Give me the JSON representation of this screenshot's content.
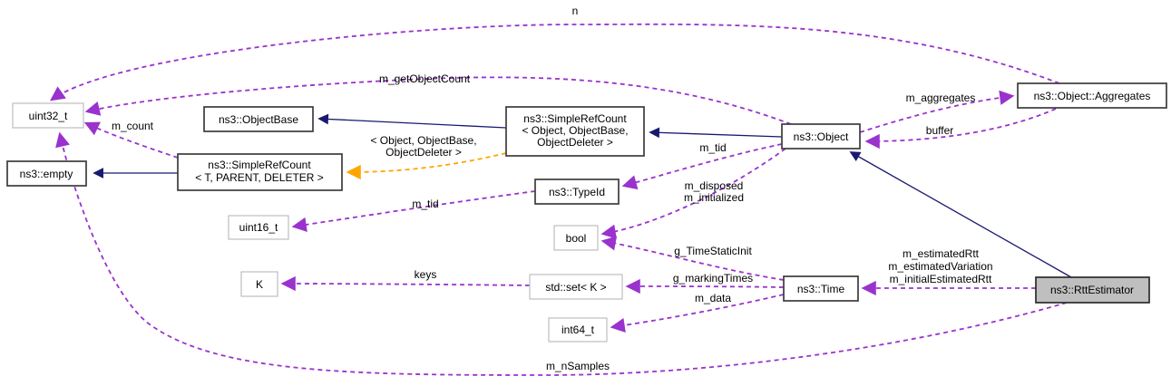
{
  "diagram": {
    "title": "ns3::RttEstimator collaboration graph",
    "type": "doxygen-collaboration-diagram",
    "colors": {
      "inheritance_edge": "#191970",
      "usage_edge": "#9a32cd",
      "template_edge": "#ffa500",
      "documented_node_border": "#3c3c3c",
      "external_node_border": "#bfbfbf",
      "current_node_fill": "#bfbfbf",
      "node_fill": "#ffffff",
      "text": "#000000"
    },
    "nodes": {
      "uint32": {
        "label": "uint32_t"
      },
      "empty": {
        "label": "ns3::empty"
      },
      "simpleRefCountT": {
        "line1": "ns3::SimpleRefCount",
        "line2": "< T, PARENT, DELETER >"
      },
      "objectBase": {
        "label": "ns3::ObjectBase"
      },
      "uint16": {
        "label": "uint16_t"
      },
      "simpleRefCountObj": {
        "line1": "ns3::SimpleRefCount",
        "line2": "< Object, ObjectBase,",
        "line3": "ObjectDeleter >"
      },
      "typeId": {
        "label": "ns3::TypeId"
      },
      "bool": {
        "label": "bool"
      },
      "stdSetK": {
        "label": "std::set< K >"
      },
      "int64": {
        "label": "int64_t"
      },
      "k": {
        "label": "K"
      },
      "object": {
        "label": "ns3::Object"
      },
      "time": {
        "label": "ns3::Time"
      },
      "aggregates": {
        "label": "ns3::Object::Aggregates"
      },
      "rttEstimator": {
        "label": "ns3::RttEstimator"
      }
    },
    "edge_labels": {
      "n": "n",
      "m_getObjectCount": "m_getObjectCount",
      "m_count": "m_count",
      "m_nSamples": "m_nSamples",
      "m_tid_object": "m_tid",
      "m_tid_typeid": "m_tid",
      "m_disposed_1": "m_disposed",
      "m_disposed_2": "m_initialized",
      "g_TimeStaticInit": "g_TimeStaticInit",
      "g_markingTimes": "g_markingTimes",
      "m_data": "m_data",
      "keys": "keys",
      "m_aggregates": "m_aggregates",
      "buffer": "buffer",
      "rtt_1": "m_estimatedRtt",
      "rtt_2": "m_estimatedVariation",
      "rtt_3": "m_initialEstimatedRtt",
      "template_args_1": "< Object, ObjectBase,",
      "template_args_2": "ObjectDeleter >"
    }
  }
}
